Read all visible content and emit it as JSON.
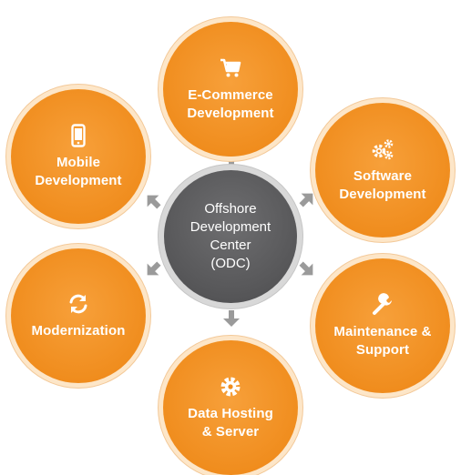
{
  "colors": {
    "node_fill": "#f08d1e",
    "node_ring": "#fde6c8",
    "center_fill": "#58585a",
    "center_ring": "#d8d8d8",
    "arrow": "#9a9a9a",
    "text": "#ffffff"
  },
  "center": {
    "label": "Offshore\nDevelopment\nCenter\n(ODC)"
  },
  "nodes": [
    {
      "id": "ecommerce",
      "label": "E-Commerce\nDevelopment",
      "icon": "shopping-cart-icon"
    },
    {
      "id": "software",
      "label": "Software\nDevelopment",
      "icon": "gears-icon"
    },
    {
      "id": "maintenance",
      "label": "Maintenance &\nSupport",
      "icon": "wrench-icon"
    },
    {
      "id": "hosting",
      "label": "Data Hosting\n& Server",
      "icon": "gear-icon"
    },
    {
      "id": "modernization",
      "label": "Modernization",
      "icon": "refresh-icon"
    },
    {
      "id": "mobile",
      "label": "Mobile\nDevelopment",
      "icon": "mobile-phone-icon"
    }
  ]
}
